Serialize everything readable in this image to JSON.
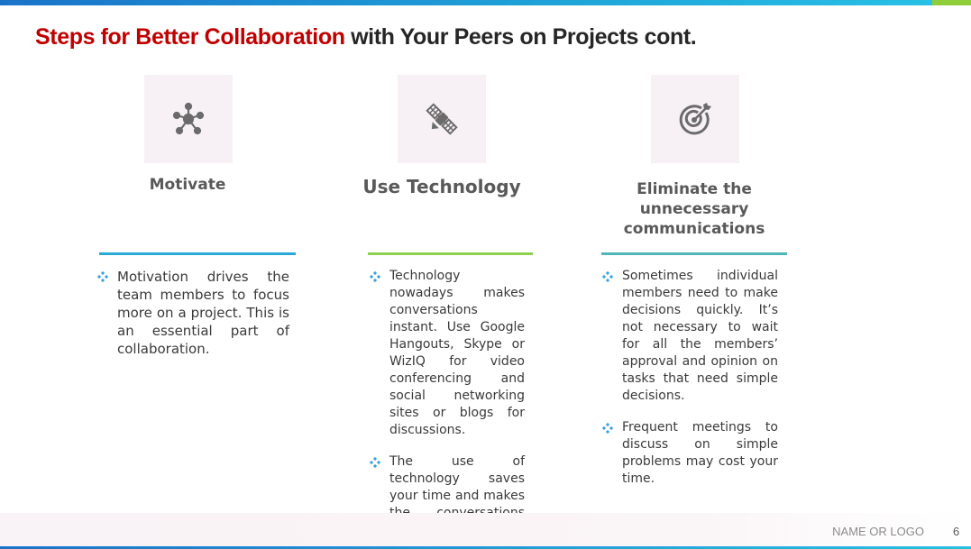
{
  "slide": {
    "title_red": "Steps for Better Collaboration",
    "title_black": " with Your Peers on Projects cont.",
    "page_number": "6",
    "footer_logo": "NAME OR LOGO"
  },
  "columns": [
    {
      "icon": "network-hub-icon",
      "heading": "Motivate",
      "rule_color": "#2ba9d6",
      "bullets": [
        "Motivation drives the team members to focus more on a project. This is an essential part of collaboration."
      ]
    },
    {
      "icon": "satellite-icon",
      "heading": "Use Technology",
      "rule_color": "#8fd14f",
      "bullets": [
        "Technology nowadays makes conversations instant. Use Google Hangouts, Skype or WizIQ for video conferencing and social networking sites or blogs for discussions.",
        "The use of technology saves your time and makes the conversations instant and real time."
      ]
    },
    {
      "icon": "target-icon",
      "heading": "Eliminate the unnecessary communications",
      "rule_color": "#4fb7b7",
      "bullets": [
        "Sometimes individual members need to make decisions quickly. It’s not necessary to wait for all the members’ approval and opinion on tasks that need simple decisions.",
        "Frequent meetings to discuss on simple problems may cost your time."
      ]
    }
  ],
  "colors": {
    "title_accent": "#c00000",
    "bullet_diamond": "#3aa4e0",
    "icon": "#6b6b6b"
  }
}
